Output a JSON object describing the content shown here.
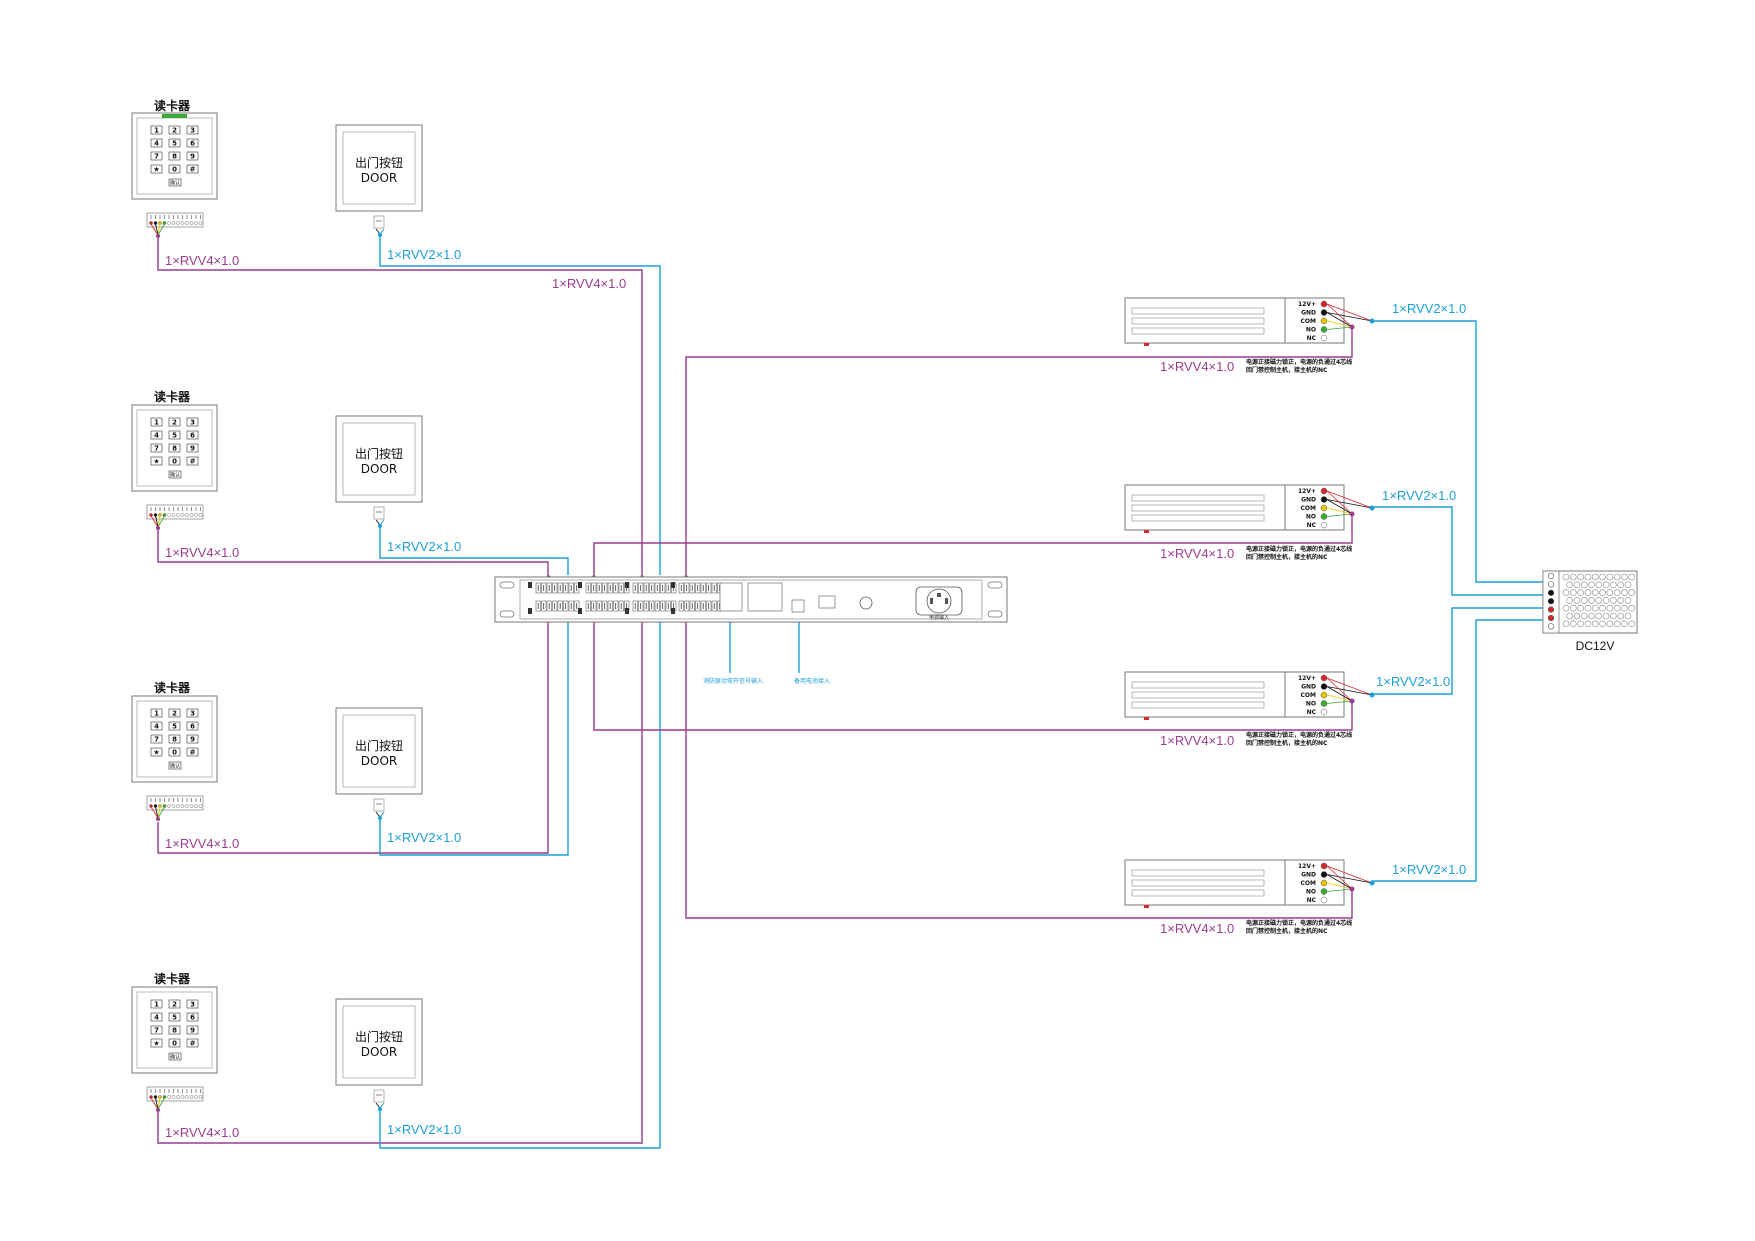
{
  "colors": {
    "purple": "#9b3d8f",
    "blue": "#1a9fd8",
    "red": "#d9262c",
    "yellow": "#e6c600",
    "green": "#3aa935",
    "gray": "#888888",
    "ink": "#111111"
  },
  "readers": [
    {
      "title": "读卡器",
      "keys": [
        "1",
        "2",
        "3",
        "4",
        "5",
        "6",
        "7",
        "8",
        "9",
        "★",
        "0",
        "#"
      ],
      "enter": "确认",
      "cable": "1×RVV4×1.0"
    },
    {
      "title": "读卡器",
      "keys": [
        "1",
        "2",
        "3",
        "4",
        "5",
        "6",
        "7",
        "8",
        "9",
        "★",
        "0",
        "#"
      ],
      "enter": "确认",
      "cable": "1×RVV4×1.0"
    },
    {
      "title": "读卡器",
      "keys": [
        "1",
        "2",
        "3",
        "4",
        "5",
        "6",
        "7",
        "8",
        "9",
        "★",
        "0",
        "#"
      ],
      "enter": "确认",
      "cable": "1×RVV4×1.0"
    },
    {
      "title": "读卡器",
      "keys": [
        "1",
        "2",
        "3",
        "4",
        "5",
        "6",
        "7",
        "8",
        "9",
        "★",
        "0",
        "#"
      ],
      "enter": "确认",
      "cable": "1×RVV4×1.0"
    }
  ],
  "buttons": [
    {
      "line1": "出门按钮",
      "line2": "DOOR",
      "cable": "1×RVV2×1.0"
    },
    {
      "line1": "出门按钮",
      "line2": "DOOR",
      "cable": "1×RVV2×1.0"
    },
    {
      "line1": "出门按钮",
      "line2": "DOOR",
      "cable": "1×RVV2×1.0"
    },
    {
      "line1": "出门按钮",
      "line2": "DOOR",
      "cable": "1×RVV2×1.0"
    }
  ],
  "top_trunk_cable": "1×RVV4×1.0",
  "controller": {
    "fire_input": "消防联动常开信号输入",
    "battery_input": "备用电池接入",
    "power_input": "电源输入"
  },
  "locks": [
    {
      "pins": [
        "12V+",
        "GND",
        "COM",
        "NO",
        "NC"
      ],
      "cable_ctrl": "1×RVV4×1.0",
      "cable_power": "1×RVV2×1.0",
      "note1": "电源正接磁力锁正，电源的负通过4芯线",
      "note2": "回门禁控制主机，接主机的NC"
    },
    {
      "pins": [
        "12V+",
        "GND",
        "COM",
        "NO",
        "NC"
      ],
      "cable_ctrl": "1×RVV4×1.0",
      "cable_power": "1×RVV2×1.0",
      "note1": "电源正接磁力锁正，电源的负通过4芯线",
      "note2": "回门禁控制主机，接主机的NC"
    },
    {
      "pins": [
        "12V+",
        "GND",
        "COM",
        "NO",
        "NC"
      ],
      "cable_ctrl": "1×RVV4×1.0",
      "cable_power": "1×RVV2×1.0",
      "note1": "电源正接磁力锁正，电源的负通过4芯线",
      "note2": "回门禁控制主机，接主机的NC"
    },
    {
      "pins": [
        "12V+",
        "GND",
        "COM",
        "NO",
        "NC"
      ],
      "cable_ctrl": "1×RVV4×1.0",
      "cable_power": "1×RVV2×1.0",
      "note1": "电源正接磁力锁正，电源的负通过4芯线",
      "note2": "回门禁控制主机，接主机的NC"
    }
  ],
  "psu": {
    "label": "DC12V"
  }
}
